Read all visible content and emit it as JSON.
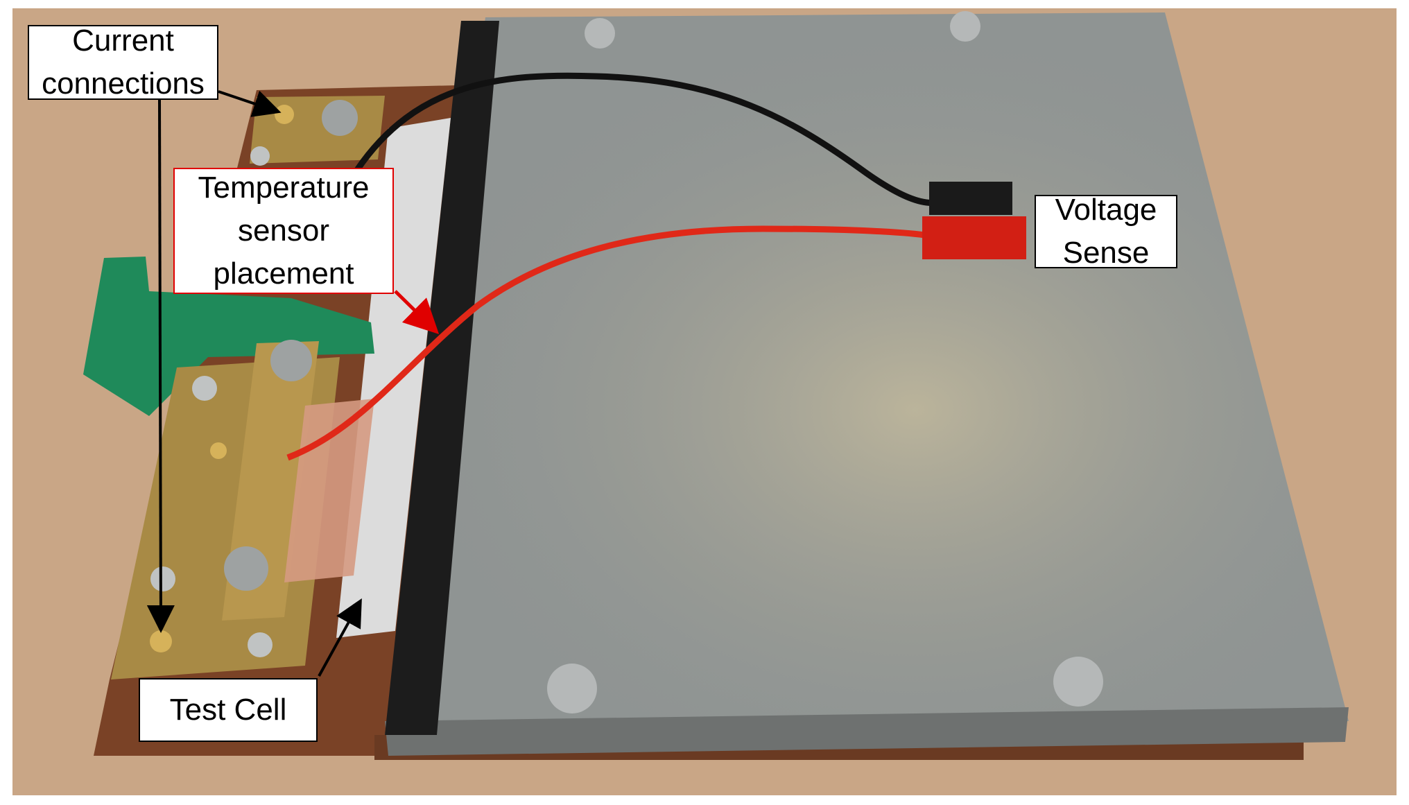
{
  "labels": {
    "current_connections": [
      "Current",
      "connections"
    ],
    "temperature_sensor": [
      "Temperature",
      "sensor",
      "placement"
    ],
    "voltage_sense": [
      "Voltage",
      "Sense"
    ],
    "test_cell": [
      "Test Cell"
    ]
  },
  "colors": {
    "annotation_text": "#000000",
    "annotation_background": "#ffffff",
    "callout_black": "#000000",
    "callout_red": "#e00000",
    "bench_wood": "#c9a686",
    "steel_plate": "#8f9493",
    "brass_block": "#a88a45",
    "green_bracket": "#1f8a5a",
    "wire_red": "#e02818",
    "wire_black": "#111111"
  }
}
